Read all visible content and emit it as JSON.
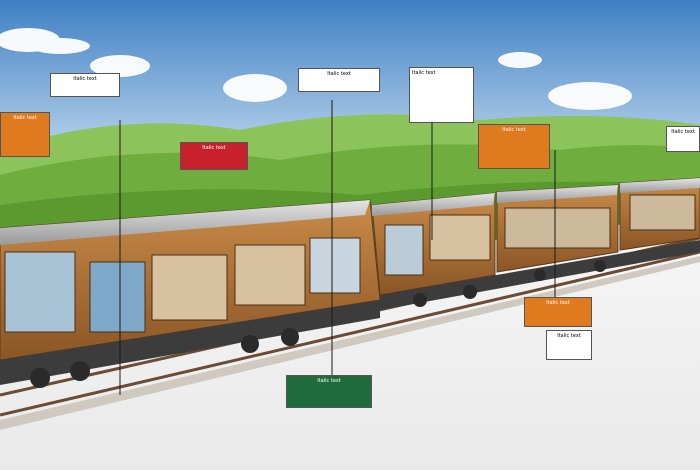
{
  "callouts": {
    "top_left": [
      "Italic text"
    ],
    "top_center": [
      "Italic text"
    ],
    "orange_left": [
      "Italic text"
    ],
    "red_mid": [
      "Italic text"
    ],
    "tall_right": [
      "Italic text"
    ],
    "orange_right": [
      "Italic text"
    ],
    "far_right": [
      "Italic text"
    ],
    "orange_lower": [
      "Italic text"
    ],
    "white_lower": [
      "Italic text"
    ],
    "green_bottom": [
      "Italic text"
    ]
  },
  "colors": {
    "sky_top": "#4a86c8",
    "sky_bottom": "#cfe3f2",
    "hills": "#6fae3e",
    "train_body": "#b3743a",
    "train_roof": "#c9c9c9",
    "label_orange": "#e07a1f",
    "label_red": "#c8202c",
    "label_green": "#1f6b3a",
    "ground": "#f2f2f2"
  }
}
